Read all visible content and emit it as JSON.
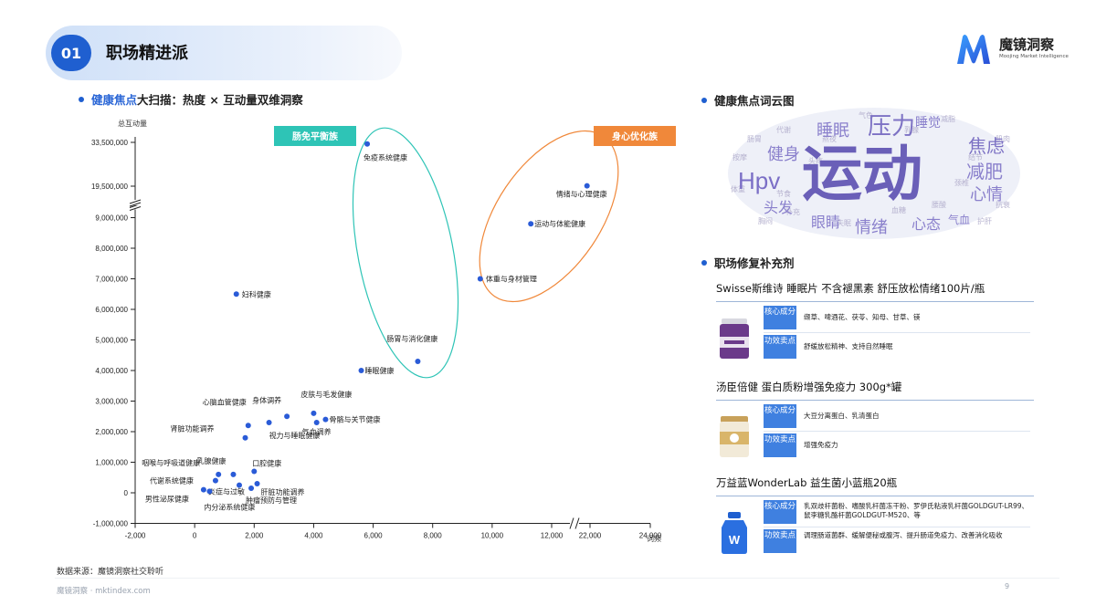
{
  "header": {
    "number": "01",
    "title": "职场精进派"
  },
  "logo": {
    "name": "魔镜洞察",
    "sub": "Moojing Market Intelligence"
  },
  "left_section": {
    "title_highlight": "健康焦点",
    "title_rest": "大扫描：热度 × 互动量双维洞察"
  },
  "chart_data": {
    "type": "scatter",
    "ylabel": "总互动量",
    "xlabel": "词频",
    "x_ticks": [
      "-2,000",
      "0",
      "2,000",
      "4,000",
      "6,000",
      "8,000",
      "10,000",
      "12,000",
      "22,000",
      "24,000"
    ],
    "y_ticks": [
      "-1,000,000",
      "0",
      "1,000,000",
      "2,000,000",
      "3,000,000",
      "4,000,000",
      "5,000,000",
      "6,000,000",
      "7,000,000",
      "8,000,000",
      "9,000,000",
      "19,500,000",
      "33,500,000"
    ],
    "axis_breaks": {
      "x": [
        12000,
        22000
      ],
      "y": [
        [
          9000000,
          19500000
        ],
        [
          19500000,
          33500000
        ]
      ]
    },
    "clusters": [
      {
        "label": "肠免平衡族",
        "color": "#2ec4b6",
        "members": [
          "免疫系统健康",
          "肠胃与消化健康",
          "睡眠健康"
        ]
      },
      {
        "label": "身心优化族",
        "color": "#f0883a",
        "members": [
          "情绪与心理健康",
          "运动与体能健康",
          "体重与身材管理"
        ]
      }
    ],
    "points": [
      {
        "label": "免疫系统健康",
        "x": 5800,
        "y": 33000000
      },
      {
        "label": "情绪与心理健康",
        "x": 21900,
        "y": 19600000
      },
      {
        "label": "运动与体能健康",
        "x": 11300,
        "y": 8800000
      },
      {
        "label": "体重与身材管理",
        "x": 9600,
        "y": 7000000
      },
      {
        "label": "妇科健康",
        "x": 1400,
        "y": 6500000
      },
      {
        "label": "肠胃与消化健康",
        "x": 7500,
        "y": 4300000
      },
      {
        "label": "睡眠健康",
        "x": 5600,
        "y": 4000000
      },
      {
        "label": "皮肤与毛发健康",
        "x": 4000,
        "y": 2600000
      },
      {
        "label": "骨骼与关节健康",
        "x": 4400,
        "y": 2400000
      },
      {
        "label": "身体调养",
        "x": 3100,
        "y": 2500000
      },
      {
        "label": "气血调养",
        "x": 4100,
        "y": 2300000
      },
      {
        "label": "心脑血管健康",
        "x": 1800,
        "y": 2200000
      },
      {
        "label": "视力与睡眠健康",
        "x": 2500,
        "y": 2300000
      },
      {
        "label": "肾脏功能调养",
        "x": 1700,
        "y": 1800000
      },
      {
        "label": "乳腺健康",
        "x": 1300,
        "y": 600000
      },
      {
        "label": "口腔健康",
        "x": 2000,
        "y": 700000
      },
      {
        "label": "咽喉与呼吸道健康",
        "x": 800,
        "y": 600000
      },
      {
        "label": "代谢系统健康",
        "x": 700,
        "y": 400000
      },
      {
        "label": "肝脏功能调养",
        "x": 2100,
        "y": 300000
      },
      {
        "label": "炎症与过敏",
        "x": 1500,
        "y": 250000
      },
      {
        "label": "肿瘤预防与管理",
        "x": 1900,
        "y": 150000
      },
      {
        "label": "男性泌尿健康",
        "x": 300,
        "y": 100000
      },
      {
        "label": "内分泌系统健康",
        "x": 500,
        "y": 50000
      }
    ]
  },
  "source": "数据来源：魔镜洞察社交聆听",
  "footer": "魔镜洞察 · mktindex.com",
  "page_number": "9",
  "right": {
    "cloud_title": "健康焦点词云图",
    "cloud_words_main": [
      "运动",
      "Hpv",
      "压力",
      "焦虑",
      "睡眠",
      "减肥",
      "健身",
      "心情",
      "眼睛",
      "情绪",
      "心态",
      "头发",
      "睡觉",
      "气血"
    ],
    "cloud_words_small": [
      "肠胃",
      "代谢",
      "减脂",
      "肌肉",
      "体重",
      "头疼",
      "结节",
      "腰酸",
      "胸闷",
      "补充",
      "气色",
      "熬夜",
      "乳腺",
      "颈椎",
      "按摩",
      "抗衰",
      "血糖",
      "失眠",
      "护肝",
      "节食"
    ],
    "products_title": "职场修复补充剂",
    "products": [
      {
        "title": "Swisse斯维诗 睡眠片 不含褪黑素 舒压放松情绪100片/瓶",
        "core_label": "核心成分",
        "core": "缬草、啤酒花、茯苓、知母、甘草、镁",
        "effect_label": "功效卖点",
        "effect": "舒缓放松精神、支持自然睡眠"
      },
      {
        "title": "汤臣倍健 蛋白质粉增强免疫力 300g*罐",
        "core_label": "核心成分",
        "core": "大豆分离蛋白、乳清蛋白",
        "effect_label": "功效卖点",
        "effect": "增强免疫力"
      },
      {
        "title": "万益蓝WonderLab 益生菌小蓝瓶20瓶",
        "core_label": "核心成分",
        "core": "乳双歧杆菌粉、嗜酸乳杆菌冻干粉、罗伊氏粘液乳杆菌GOLDGUT-LR99、鼠李糖乳酪杆菌GOLDGUT-M520、等",
        "effect_label": "功效卖点",
        "effect": "调理肠道菌群、缓解便秘或腹泻、提升肠道免疫力、改善消化吸收"
      }
    ]
  },
  "colors": {
    "accent": "#1f5fd0",
    "point": "#2a5bd7",
    "cluster_teal": "#2ec4b6",
    "cluster_orange": "#f0883a",
    "tag": "#3f80e0"
  }
}
